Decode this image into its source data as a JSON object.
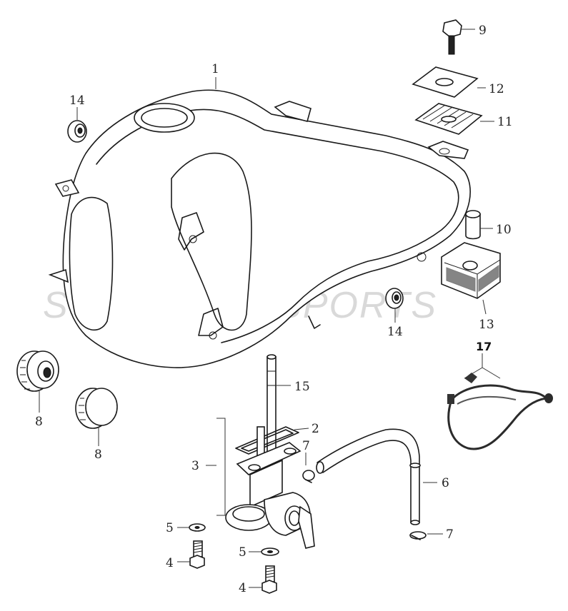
{
  "watermark": "SSP MOTORSPORTS",
  "callouts": {
    "c1": "1",
    "c2": "2",
    "c3": "3",
    "c4a": "4",
    "c4b": "4",
    "c5a": "5",
    "c5b": "5",
    "c6": "6",
    "c7a": "7",
    "c7b": "7",
    "c8a": "8",
    "c8b": "8",
    "c9": "9",
    "c10": "10",
    "c11": "11",
    "c12": "12",
    "c13": "13",
    "c14a": "14",
    "c14b": "14",
    "c15": "15",
    "c17": "17"
  }
}
